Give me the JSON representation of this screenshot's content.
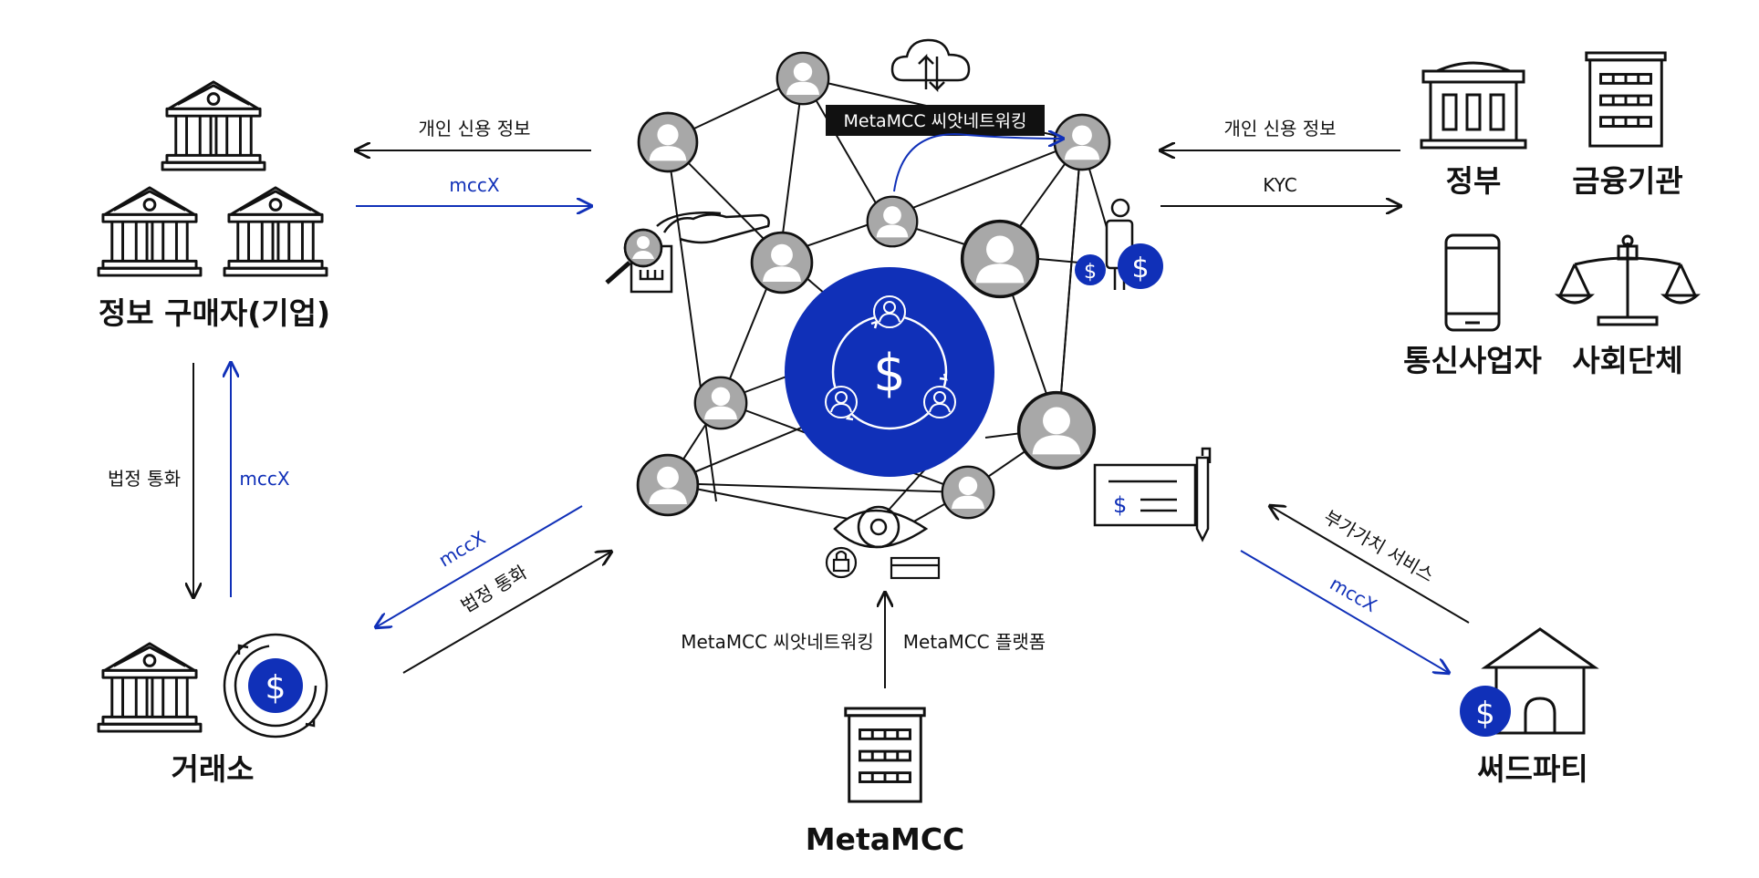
{
  "network": {
    "label": "MetaMCC 씨앗네트워킹"
  },
  "nodes": {
    "buyer": {
      "label": "정보 구매자(기업)"
    },
    "exchange": {
      "label": "거래소"
    },
    "government": {
      "label": "정부"
    },
    "financial": {
      "label": "금융기관"
    },
    "telecom": {
      "label": "통신사업자"
    },
    "social": {
      "label": "사회단체"
    },
    "metamcc": {
      "label": "MetaMCC"
    },
    "thirdparty": {
      "label": "써드파티"
    }
  },
  "edges": {
    "buyer_in": "개인 신용 정보",
    "buyer_out": "mccX",
    "right_in": "개인 신용 정보",
    "right_out": "KYC",
    "buyer_down": "법정 통화",
    "exchange_up": "mccX",
    "exchange_in": "mccX",
    "exchange_out": "법정 통화",
    "metamcc_left": "MetaMCC 씨앗네트워킹",
    "metamcc_right": "MetaMCC 플랫폼",
    "thirdparty_in": "부가가치 서비스",
    "thirdparty_out": "mccX"
  },
  "colors": {
    "accent": "#1030b8",
    "node_gray": "#a8a8a8",
    "line": "#111111"
  },
  "icons": [
    "bank-icon",
    "cloud-sync-icon",
    "person-icon",
    "dollar-icon",
    "eye-icon",
    "lock-icon",
    "card-icon",
    "building-icon",
    "phone-icon",
    "scales-icon",
    "check-icon",
    "house-icon",
    "magnifier-icon"
  ]
}
